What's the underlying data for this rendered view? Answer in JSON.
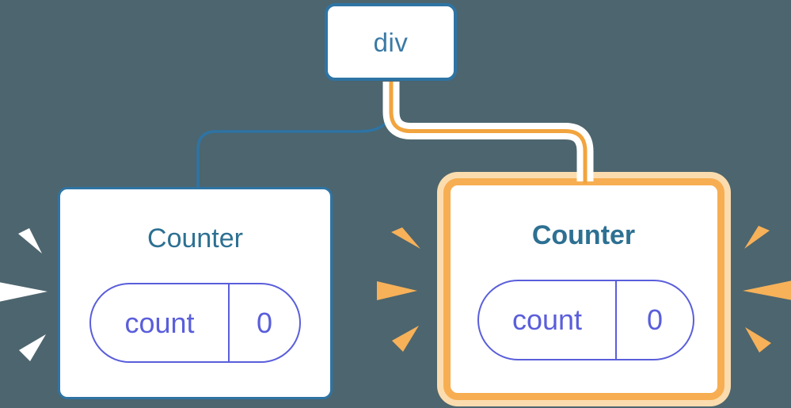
{
  "diagram": {
    "root_node": {
      "label": "div"
    },
    "nodes": [
      {
        "id": "counter-left",
        "label": "Counter",
        "state_key": "count",
        "state_value": "0",
        "highlighted": false
      },
      {
        "id": "counter-right",
        "label": "Counter",
        "state_key": "count",
        "state_value": "0",
        "highlighted": true
      }
    ],
    "icons": [
      "burst-spark-icon"
    ]
  },
  "colors": {
    "canvas-bg": "#4D656E",
    "card-bg": "#FFFFFF",
    "node-border-blue": "#2E74A4",
    "node-label-blue": "#3A7AA6",
    "component-title-blue": "#2D7092",
    "state-indigo": "#5A5EDB",
    "highlight-orange": "#F2A43E",
    "highlight-orange-border": "#F7AE52",
    "highlight-orange-pale": "#FBDCAE",
    "spark-orange": "#F7B159",
    "spark-white": "#FFFFFF",
    "connector-casing": "#FFFFFF"
  }
}
